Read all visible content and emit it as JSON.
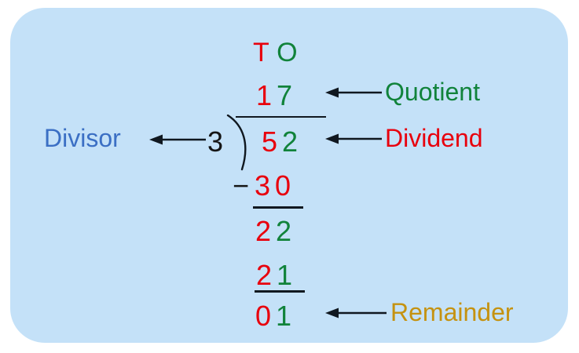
{
  "panel": {
    "background_color": "#c4e1f8"
  },
  "colors": {
    "tens_red": "#e8000d",
    "ones_green": "#11833b",
    "divisor_blue": "#3b6fc4",
    "remainder_gold": "#c59210",
    "ink_black": "#101820",
    "panel_blue": "#c4e1f8"
  },
  "headers": {
    "tens": "T",
    "ones": "O"
  },
  "problem": {
    "divisor": "3",
    "dividend_tens": "5",
    "dividend_ones": "2",
    "quotient_tens": "1",
    "quotient_ones": "7",
    "subtract_sign": "−",
    "subtract_first_tens": "3",
    "subtract_first_ones": "0",
    "difference_tens": "2",
    "difference_ones": "2",
    "product_second_tens": "2",
    "product_second_ones": "1",
    "remainder_tens": "0",
    "remainder_ones": "1"
  },
  "labels": {
    "divisor": "Divisor",
    "quotient": "Quotient",
    "dividend": "Dividend",
    "remainder": "Remainder"
  }
}
